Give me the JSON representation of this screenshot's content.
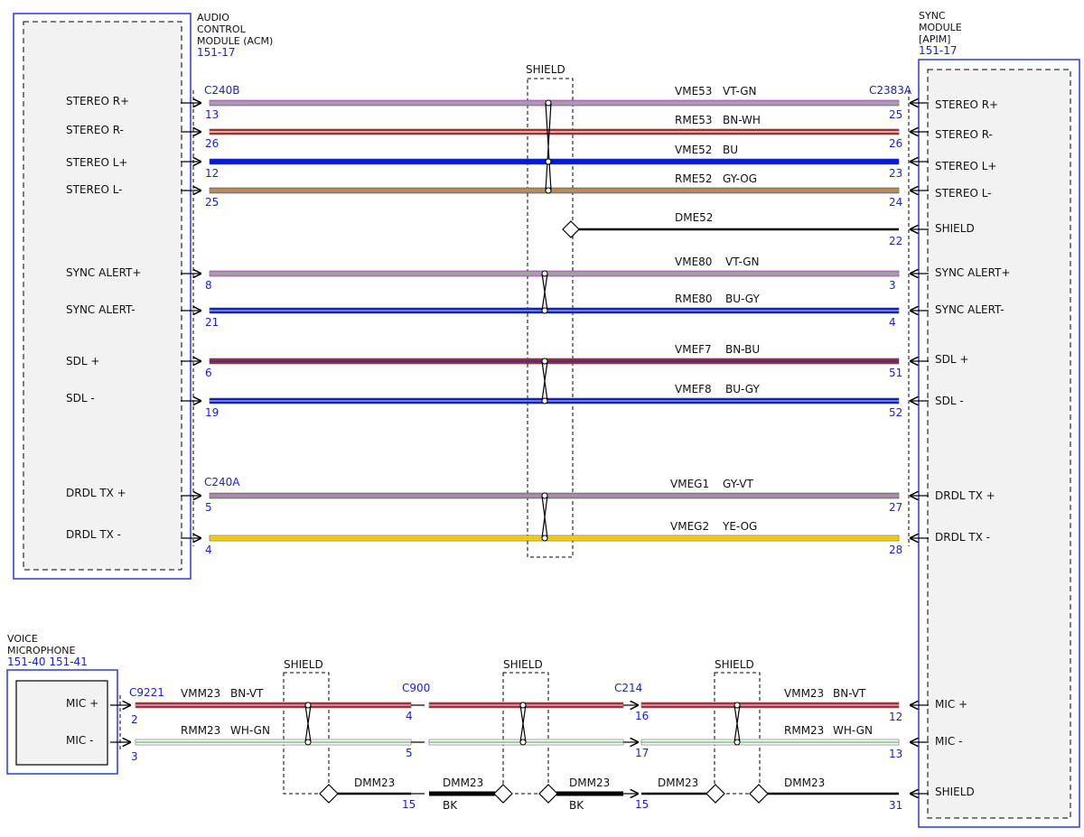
{
  "modules": {
    "acm": {
      "name_lines": [
        "AUDIO",
        "CONTROL",
        "MODULE (ACM)"
      ],
      "ref": "151-17"
    },
    "sync": {
      "name_lines": [
        "SYNC",
        "MODULE",
        "[APIM]"
      ],
      "ref": "151-17"
    },
    "mic": {
      "name_lines": [
        "VOICE",
        "MICROPHONE"
      ],
      "ref": "151-40  151-41"
    }
  },
  "connectors": {
    "c240b": "C240B",
    "c240a": "C240A",
    "c2383a": "C2383A",
    "c9221": "C9221",
    "c900": "C900",
    "c214": "C214"
  },
  "shield_label": "SHIELD",
  "acm_pins": [
    {
      "label": "STEREO R+",
      "pin": "13"
    },
    {
      "label": "STEREO R-",
      "pin": "26"
    },
    {
      "label": "STEREO L+",
      "pin": "12"
    },
    {
      "label": "STEREO L-",
      "pin": "25"
    },
    {
      "label": "SYNC ALERT+",
      "pin": "8"
    },
    {
      "label": "SYNC ALERT-",
      "pin": "21"
    },
    {
      "label": "SDL +",
      "pin": "6"
    },
    {
      "label": "SDL -",
      "pin": "19"
    },
    {
      "label": "DRDL TX +",
      "pin": "5"
    },
    {
      "label": "DRDL TX -",
      "pin": "4"
    }
  ],
  "sync_pins": [
    {
      "label": "STEREO R+",
      "pin": "25"
    },
    {
      "label": "STEREO R-",
      "pin": "26"
    },
    {
      "label": "STEREO L+",
      "pin": "23"
    },
    {
      "label": "STEREO L-",
      "pin": "24"
    },
    {
      "label": "SHIELD",
      "pin": "22"
    },
    {
      "label": "SYNC ALERT+",
      "pin": "3"
    },
    {
      "label": "SYNC ALERT-",
      "pin": "4"
    },
    {
      "label": "SDL +",
      "pin": "51"
    },
    {
      "label": "SDL -",
      "pin": "52"
    },
    {
      "label": "DRDL TX +",
      "pin": "27"
    },
    {
      "label": "DRDL TX -",
      "pin": "28"
    },
    {
      "label": "MIC +",
      "pin": "12"
    },
    {
      "label": "MIC -",
      "pin": "13"
    },
    {
      "label": "SHIELD",
      "pin": "31"
    }
  ],
  "wires": [
    {
      "circuit": "VME53",
      "color": "VT-GN",
      "c1": "#c77fcf",
      "c2": "#7fbf7f"
    },
    {
      "circuit": "RME53",
      "color": "BN-WH",
      "c1": "#b02a2a",
      "c2": "#f2dada"
    },
    {
      "circuit": "VME52",
      "color": "BU",
      "c1": "#0018e0",
      "c2": "#0018e0"
    },
    {
      "circuit": "RME52",
      "color": "GY-OG",
      "c1": "#9a8a7a",
      "c2": "#e08a30"
    },
    {
      "circuit": "DME52",
      "color": "",
      "c1": "#000000",
      "c2": "#000000"
    },
    {
      "circuit": "VME80",
      "color": "VT-GN",
      "c1": "#c77fcf",
      "c2": "#7fbf7f"
    },
    {
      "circuit": "RME80",
      "color": "BU-GY",
      "c1": "#0018e0",
      "c2": "#a0a8c0"
    },
    {
      "circuit": "VMEF7",
      "color": "BN-BU",
      "c1": "#a52a2a",
      "c2": "#2030c0"
    },
    {
      "circuit": "VMEF8",
      "color": "BU-GY",
      "c1": "#0018e0",
      "c2": "#a0a8c0"
    },
    {
      "circuit": "VMEG1",
      "color": "GY-VT",
      "c1": "#909090",
      "c2": "#c77fcf"
    },
    {
      "circuit": "VMEG2",
      "color": "YE-OG",
      "c1": "#f5e000",
      "c2": "#f0b030"
    }
  ],
  "mic_pins": [
    {
      "label": "MIC +",
      "pin": "2"
    },
    {
      "label": "MIC -",
      "pin": "3"
    }
  ],
  "mic_wires": [
    {
      "circuit": "VMM23",
      "color": "BN-VT",
      "c1": "#b02a2a",
      "c2": "#d8a0d8"
    },
    {
      "circuit": "RMM23",
      "color": "WH-GN",
      "c1": "#ffffff",
      "c2": "#7fbf7f"
    }
  ],
  "inline_pins": {
    "c900": [
      "4",
      "5",
      "15"
    ],
    "c214": [
      "16",
      "17",
      "15"
    ]
  },
  "drain": {
    "circuit": "DMM23",
    "color": "BK"
  }
}
